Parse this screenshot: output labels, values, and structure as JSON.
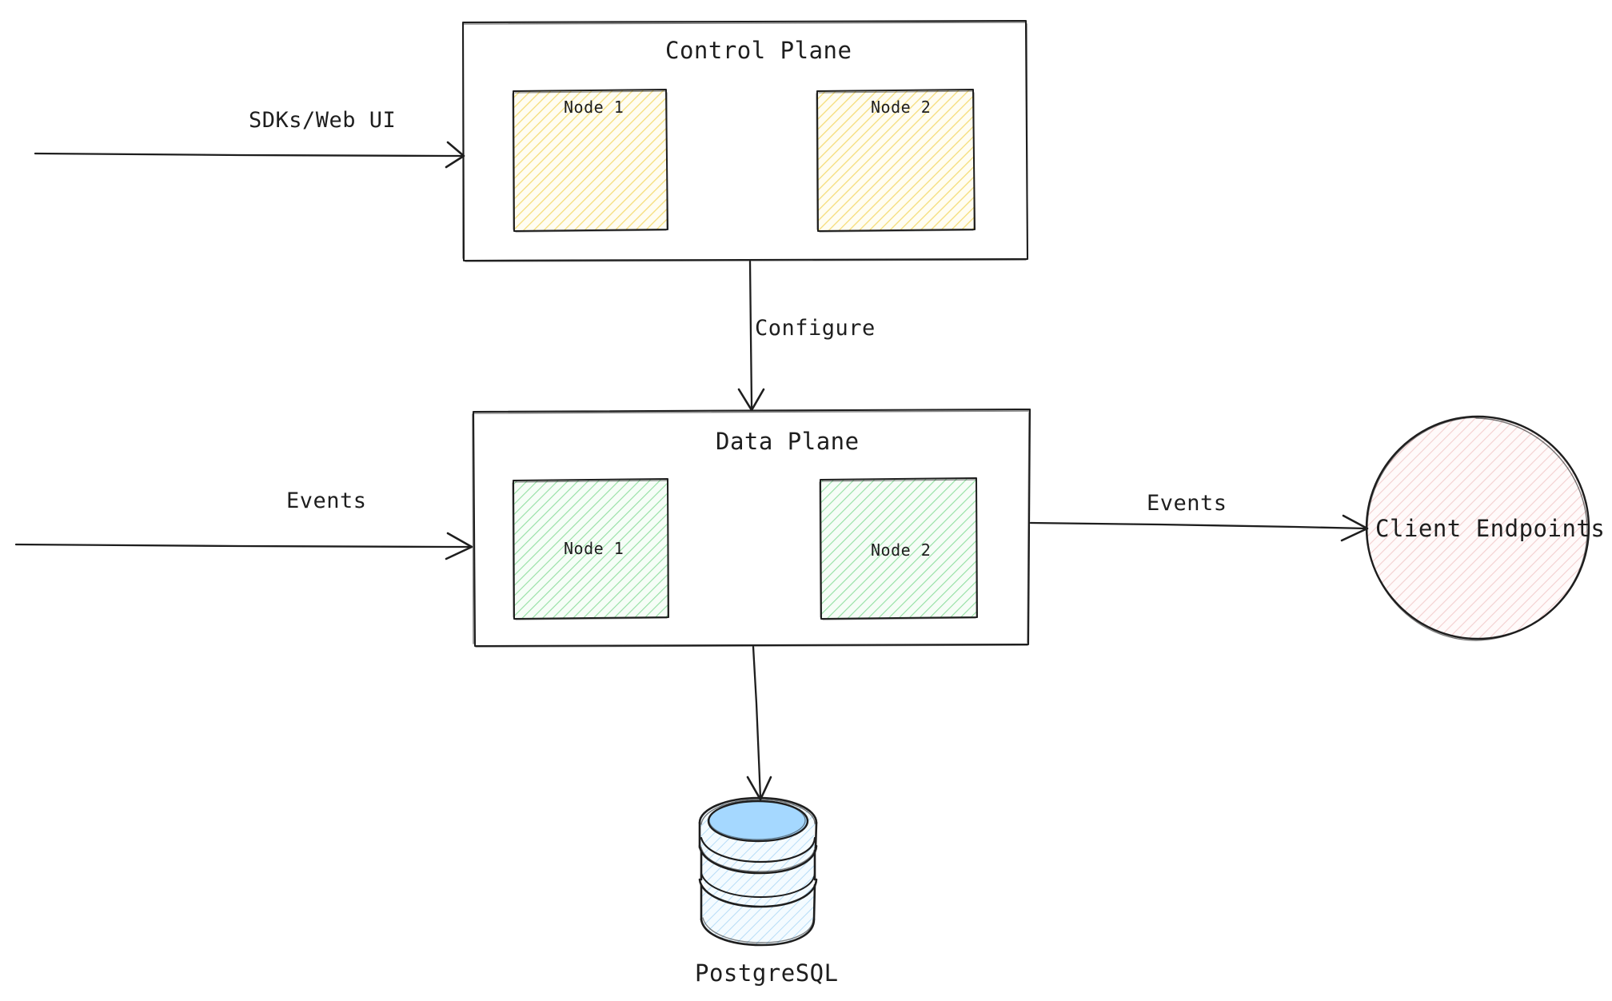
{
  "diagram": {
    "type": "architecture-diagram",
    "style": "hand-drawn-sketch",
    "background": "#ffffff",
    "stroke_color": "#1e1e1e"
  },
  "containers": [
    {
      "id": "control-plane",
      "title": "Control Plane",
      "fill": "none",
      "nodes": [
        {
          "label": "Node 1",
          "fill": "#fff9db",
          "hatch": "#f2d96b"
        },
        {
          "label": "Node 2",
          "fill": "#fff9db",
          "hatch": "#f2d96b"
        }
      ]
    },
    {
      "id": "data-plane",
      "title": "Data Plane",
      "fill": "none",
      "nodes": [
        {
          "label": "Node 1",
          "fill": "#ebfbee",
          "hatch": "#8ce99a"
        },
        {
          "label": "Node 2",
          "fill": "#ebfbee",
          "hatch": "#8ce99a"
        }
      ]
    }
  ],
  "shapes": {
    "client_endpoints": {
      "label": "Client Endpoints",
      "shape": "circle",
      "fill": "#fff5f5",
      "hatch": "#f5c2c2"
    },
    "database": {
      "label": "PostgreSQL",
      "shape": "cylinder",
      "fill": "#e7f5ff",
      "hatch": "#a5d8ff",
      "top_fill": "#a5d8ff"
    }
  },
  "edges": [
    {
      "id": "sdks-web-ui",
      "label": "SDKs/Web UI",
      "from": "external",
      "to": "control-plane",
      "direction": "right"
    },
    {
      "id": "configure",
      "label": "Configure",
      "from": "control-plane",
      "to": "data-plane",
      "direction": "down"
    },
    {
      "id": "events-in",
      "label": "Events",
      "from": "external",
      "to": "data-plane",
      "direction": "right"
    },
    {
      "id": "events-out",
      "label": "Events",
      "from": "data-plane",
      "to": "client-endpoints",
      "direction": "right"
    },
    {
      "id": "persist",
      "label": "",
      "from": "data-plane",
      "to": "database",
      "direction": "down"
    }
  ]
}
